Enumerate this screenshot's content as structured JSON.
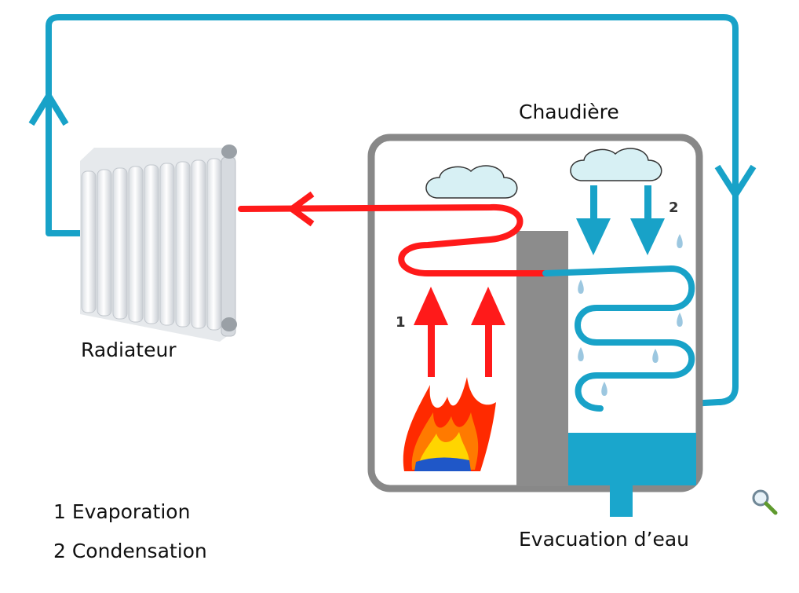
{
  "labels": {
    "boiler": "Chaudière",
    "radiator": "Radiateur",
    "drain": "Evacuation d’eau",
    "step1_marker": "1",
    "step2_marker": "2"
  },
  "legend": [
    "1 Evaporation",
    "2 Condensation"
  ],
  "colors": {
    "hot_pipe": "#ff1a1a",
    "cold_pipe": "#18a2c8",
    "boiler_frame": "#888888",
    "separator_wall": "#8c8c8c",
    "water": "#1aa6cc",
    "cloud_fill": "#d7f0f4",
    "droplet": "#9cc7e0"
  },
  "icons": [
    "zoom-icon"
  ]
}
